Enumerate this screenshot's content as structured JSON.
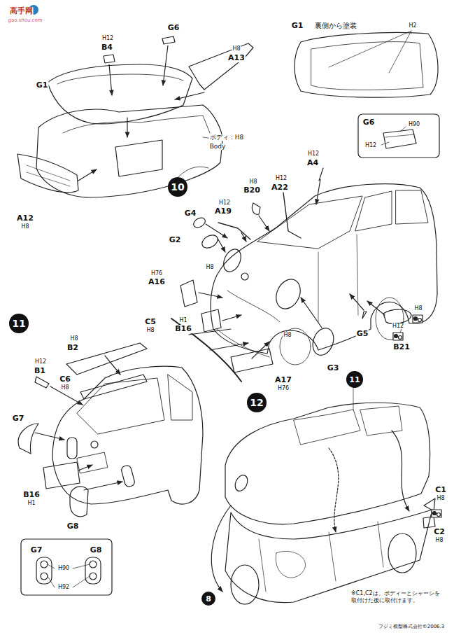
{
  "diagram": {
    "nodes": [
      {
        "text": [
          "10"
        ]
      },
      {
        "text": [
          "11"
        ]
      },
      {
        "text": [
          "11"
        ]
      },
      {
        "text": [
          "12"
        ]
      },
      {
        "text": [
          "8"
        ]
      }
    ],
    "labels": [
      "高手网",
      "gao.shou.com",
      "H12",
      "B4",
      "G6",
      "H8",
      "A13",
      "G1",
      "ボディ：H8",
      "Body",
      "A12",
      "H8",
      "G1",
      "裏側から塗装",
      "H2",
      "G6",
      "H90",
      "H12",
      "H12",
      "A4",
      "H8",
      "B20",
      "H12",
      "A22",
      "H12",
      "A19",
      "G4",
      "G2",
      "H8",
      "H76",
      "A16",
      "C5",
      "H8",
      "H1",
      "B16",
      "H8",
      "G5",
      "B21",
      "H8",
      "H12",
      "A17",
      "H76",
      "G3",
      "H8",
      "B2",
      "H12",
      "B1",
      "C6",
      "H8",
      "G7",
      "B16",
      "H1",
      "G8",
      "G7",
      "G8",
      "H90",
      "H92",
      "C1",
      "H8",
      "C2",
      "H8",
      "※C1,C2は、ボディーとシャーシを取付けた後に取付けます。",
      "フジミ模型株式会社©2006.3"
    ]
  }
}
